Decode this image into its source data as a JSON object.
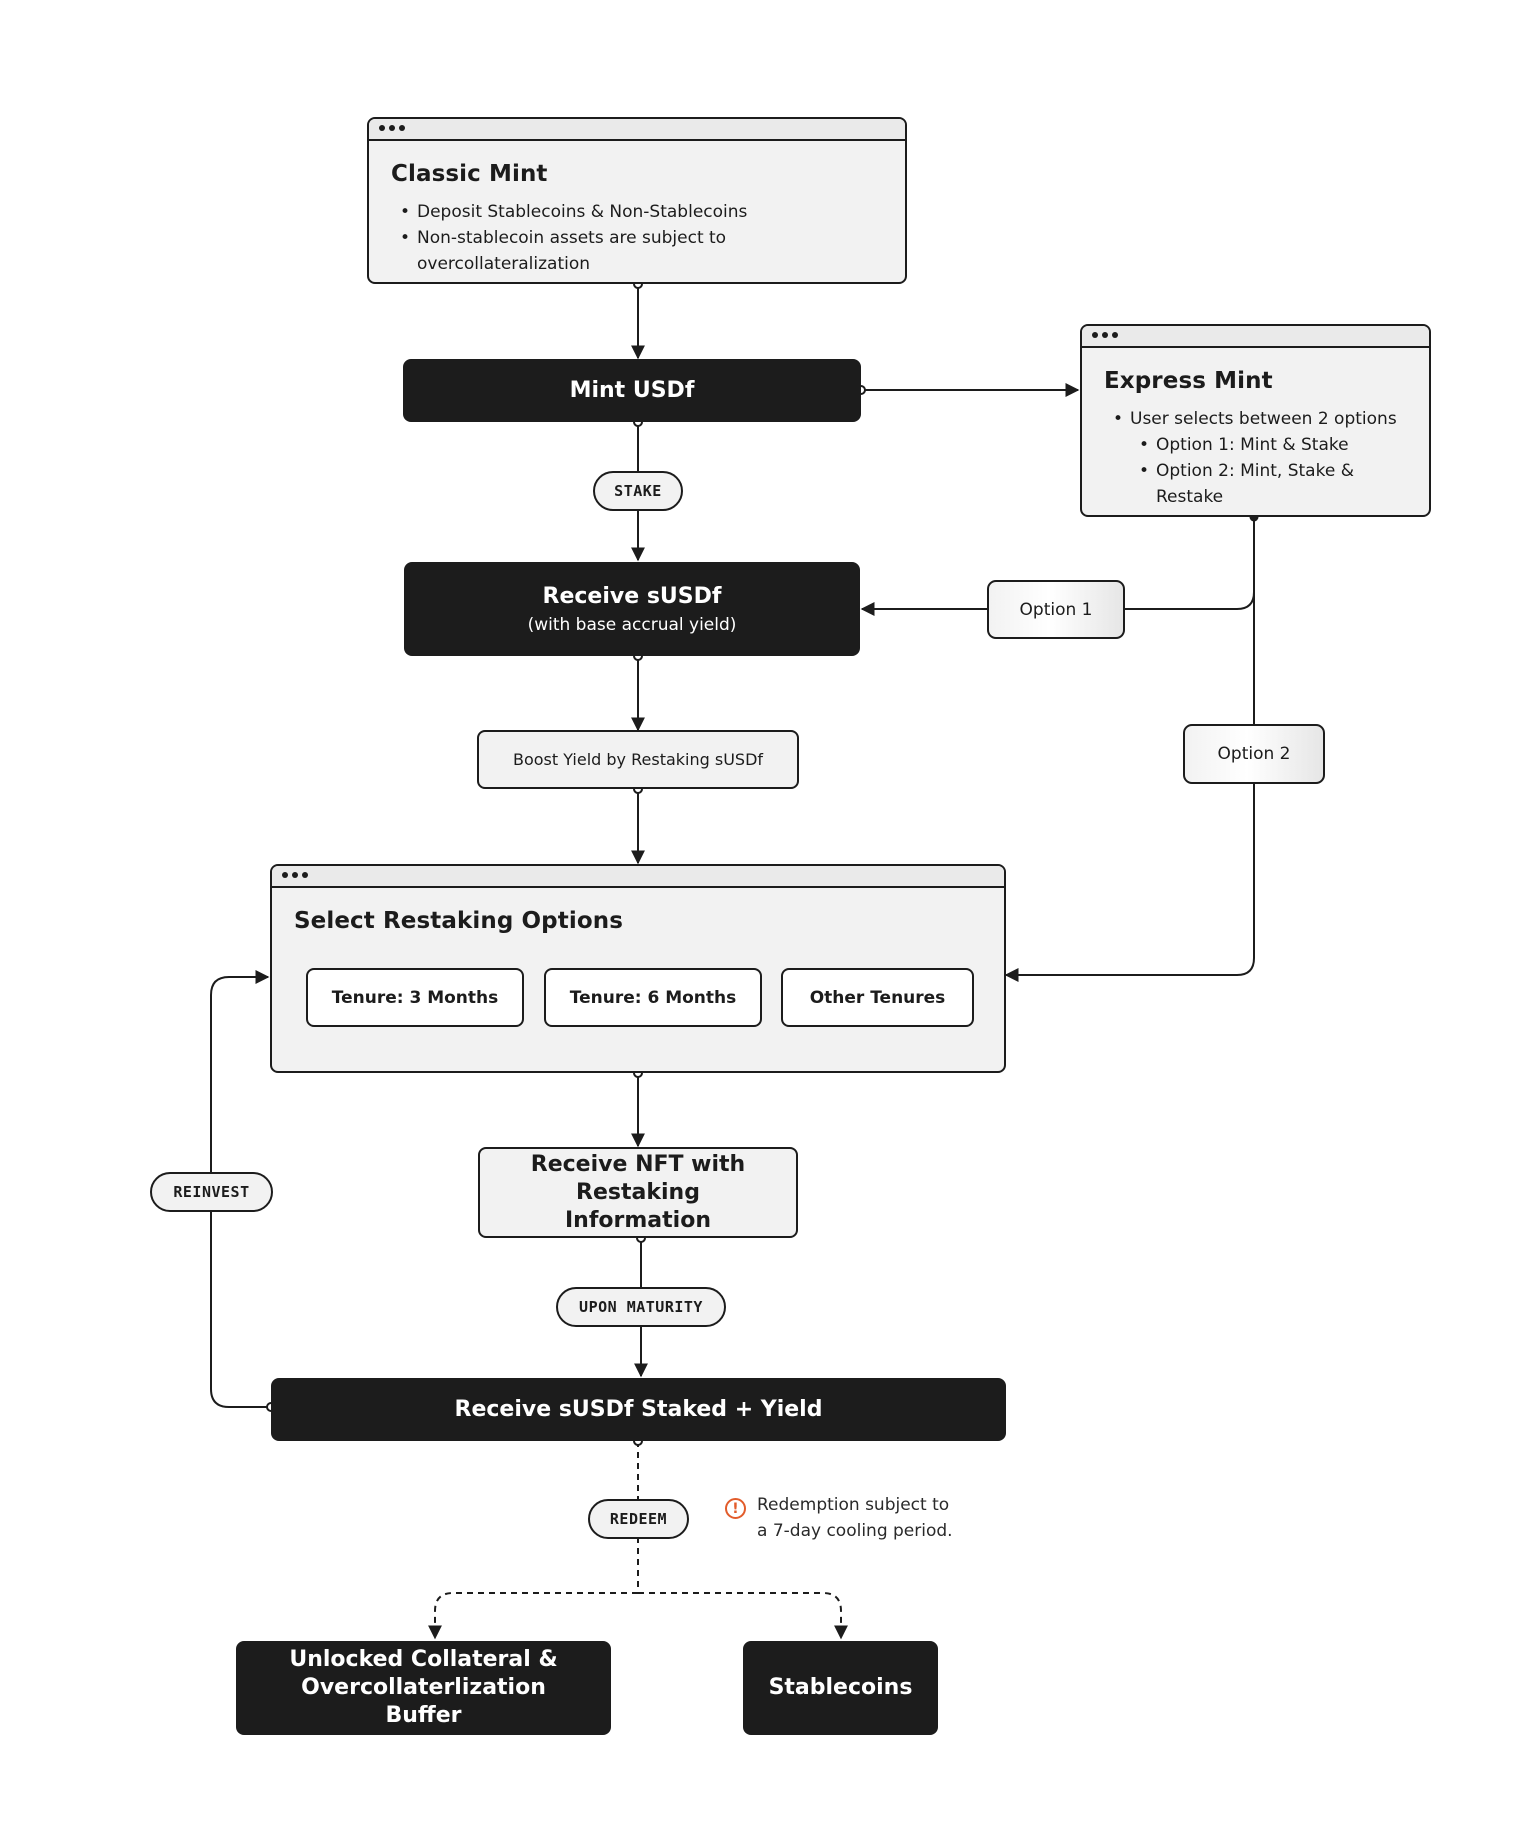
{
  "classic_mint": {
    "title": "Classic Mint",
    "bullets": [
      "Deposit Stablecoins & Non-Stablecoins",
      "Non-stablecoin assets are subject to overcollateralization"
    ]
  },
  "mint_usdf": "Mint USDf",
  "express_mint": {
    "title": "Express Mint",
    "bullet": "User selects between 2 options",
    "options": [
      "Option 1: Mint & Stake",
      "Option 2: Mint, Stake & Restake"
    ]
  },
  "stake_pill": "STAKE",
  "receive_susdf": {
    "title": "Receive sUSDf",
    "subtitle": "(with base accrual yield)"
  },
  "option1": "Option 1",
  "option2": "Option 2",
  "boost_yield": "Boost Yield by Restaking sUSDf",
  "restaking": {
    "title": "Select Restaking Options",
    "tenures": [
      "Tenure: 3 Months",
      "Tenure: 6 Months",
      "Other Tenures"
    ]
  },
  "reinvest_pill": "REINVEST",
  "receive_nft": "Receive NFT with Restaking Information",
  "upon_maturity_pill": "UPON MATURITY",
  "receive_staked": "Receive sUSDf Staked + Yield",
  "redeem_pill": "REDEEM",
  "redemption_note": {
    "line1": "Redemption subject to",
    "line2": "a 7-day cooling period.",
    "icon": "warning-icon",
    "icon_color": "#e25c2b"
  },
  "unlocked": "Unlocked Collateral & Overcollaterlization Buffer",
  "stablecoins": "Stablecoins"
}
